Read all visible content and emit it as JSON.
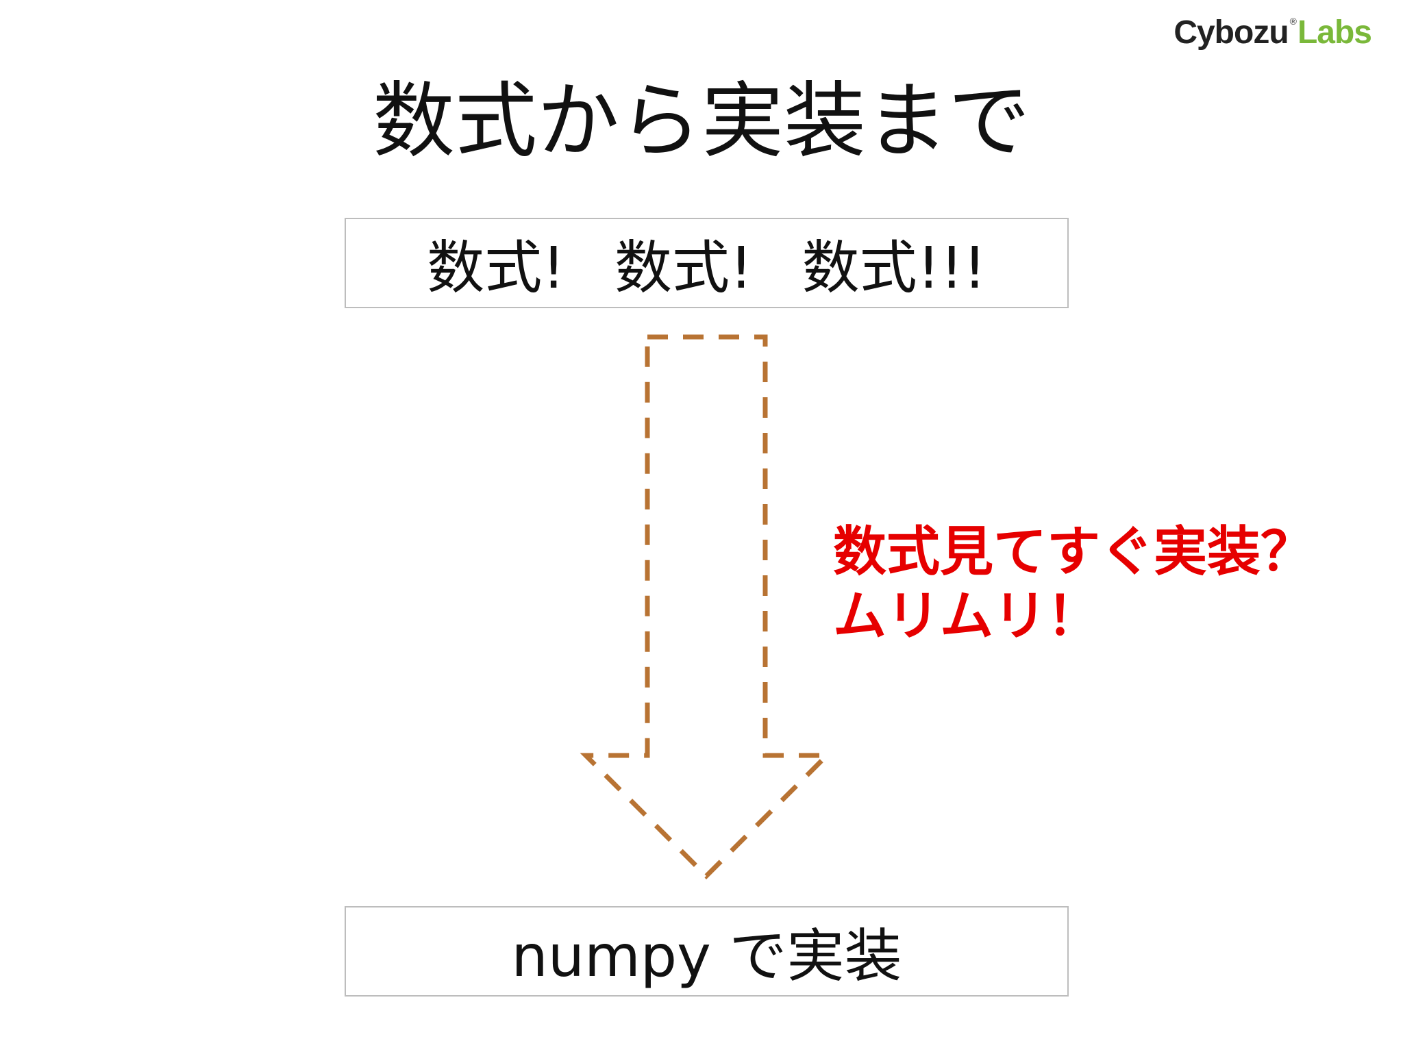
{
  "logo": {
    "part1": "Cybozu",
    "part2": "Labs"
  },
  "slide": {
    "title": "数式から実装まで",
    "top_box": {
      "items": [
        "数式!",
        "数式!",
        "数式!!!"
      ]
    },
    "bottom_box": {
      "text": "numpy で実装"
    },
    "callout": {
      "line1": "数式見てすぐ実装？",
      "line2": "ムリムリ！"
    },
    "colors": {
      "arrow": "#b87333",
      "callout": "#e60000",
      "logo_accent": "#7ab83a"
    }
  }
}
